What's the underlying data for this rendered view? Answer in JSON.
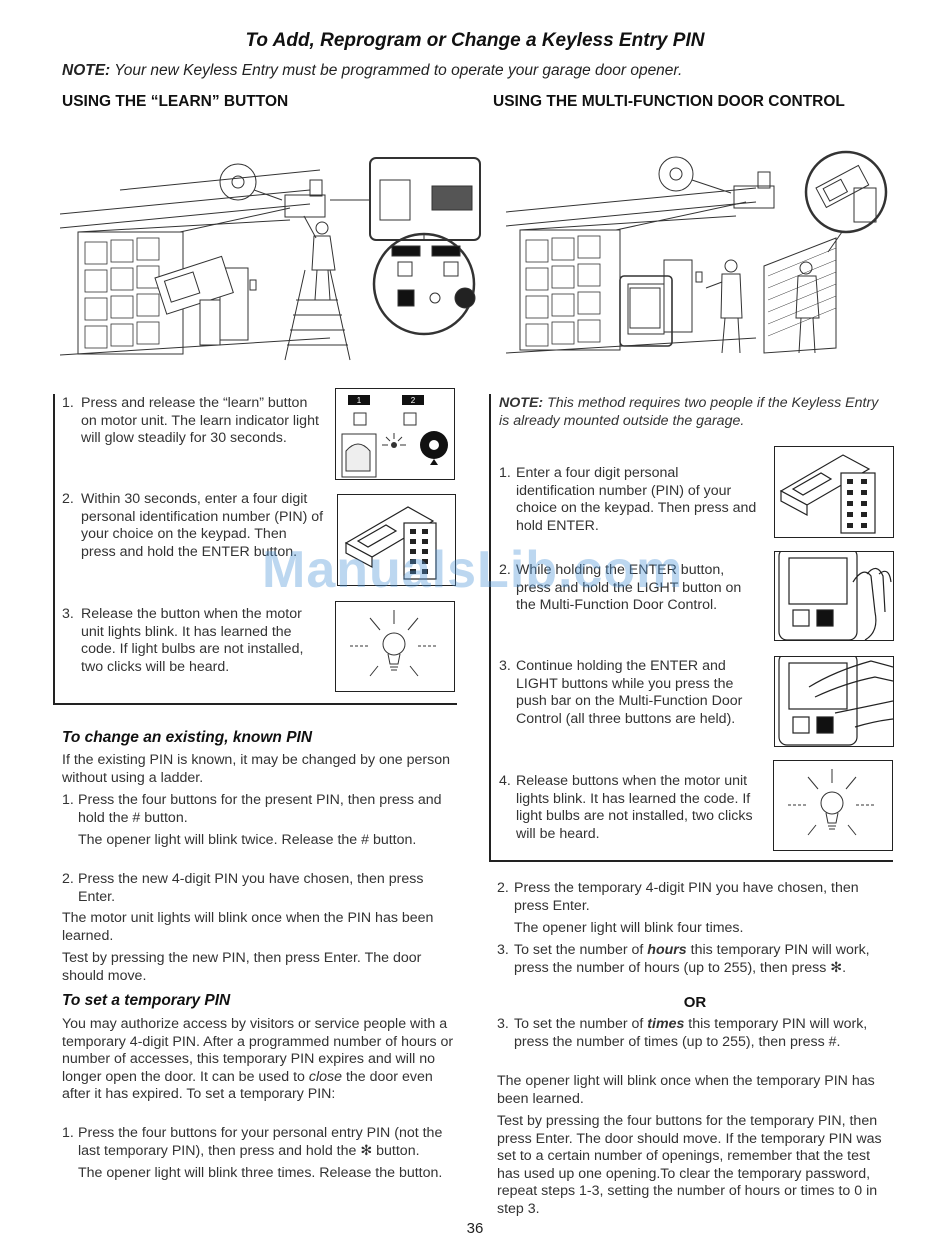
{
  "page": {
    "title": "To Add, Reprogram or Change a Keyless Entry PIN",
    "note_label": "NOTE:",
    "note_text": " Your new Keyless Entry must be programmed to operate your garage door opener.",
    "page_number": "36",
    "watermark": "ManualsLib.com"
  },
  "left": {
    "heading": "USING THE “LEARN” BUTTON",
    "steps": [
      {
        "num": "1.",
        "text": "Press and release the “learn” button on motor unit. The learn indicator light will glow steadily for 30 seconds."
      },
      {
        "num": "2.",
        "text": "Within 30 seconds, enter a four digit personal identification number (PIN) of your choice on the keypad. Then press and hold the ENTER button."
      },
      {
        "num": "3.",
        "text": "Release the button when the motor unit lights blink. It has learned the code. If light bulbs are not installed, two clicks will be heard."
      }
    ],
    "learn_panel": {
      "btn1": "1",
      "btn2": "2"
    },
    "change_heading": "To change an existing, known PIN",
    "change_intro": "If the existing PIN is known, it may be changed by one person without using a ladder.",
    "change_steps": [
      {
        "num": "1.",
        "text": "Press the four buttons for the present PIN, then press and hold the # button.",
        "after": "The opener light will blink twice. Release the # button."
      },
      {
        "num": "2.",
        "text": "Press the new 4-digit PIN you have chosen, then press Enter."
      }
    ],
    "change_p1": "The motor unit lights will blink once when the PIN has been learned.",
    "change_p2": "Test by pressing the new PIN, then press Enter. The door should move.",
    "temp_heading": "To set a temporary PIN",
    "temp_intro_a": "You may authorize access by visitors or service people with a temporary 4-digit PIN. After a programmed number of hours or number of accesses, this temporary PIN expires and will no longer open the door. It can be used to ",
    "temp_intro_em": "close",
    "temp_intro_b": " the door even after it has expired. To set a temporary PIN:",
    "temp_step1": {
      "num": "1.",
      "text": "Press the four buttons for your personal entry PIN (not the last temporary PIN), then press and hold the ✻ button.",
      "after": "The opener light will blink three times. Release the button."
    }
  },
  "right": {
    "heading": "USING THE MULTI-FUNCTION DOOR CONTROL",
    "note_label": "NOTE:",
    "note_text": " This method requires two people if the Keyless Entry is already mounted outside the garage.",
    "steps": [
      {
        "num": "1.",
        "text": "Enter a four digit personal identification number (PIN) of your choice on the keypad. Then press and hold ENTER."
      },
      {
        "num": "2.",
        "text": "While holding the ENTER button, press and hold the LIGHT button on the Multi-Function Door Control."
      },
      {
        "num": "3.",
        "text": "Continue holding the ENTER and LIGHT buttons while you press the push bar on the Multi-Function Door Control (all three buttons are held)."
      },
      {
        "num": "4.",
        "text": "Release buttons when the motor unit lights blink. It has learned the code. If light bulbs are not installed, two clicks will be heard."
      }
    ],
    "temp_step2": {
      "num": "2.",
      "text": "Press the temporary 4-digit PIN you have chosen, then press Enter.",
      "after": "The opener light will blink four times."
    },
    "temp_step3a": {
      "num": "3.",
      "pre": "To set the number of ",
      "em": "hours",
      "post": " this temporary PIN will work, press the number of hours (up to 255), then press ✻."
    },
    "or": "OR",
    "temp_step3b": {
      "num": "3.",
      "pre": "To set the number of ",
      "em": "times",
      "post": " this temporary PIN will work, press the number of times (up to 255), then press #."
    },
    "p1": "The opener light will blink once when the temporary PIN has been learned.",
    "p2": "Test by pressing the four buttons for the temporary PIN, then press Enter. The door should move. If the temporary PIN was set to a certain number of openings, remember that the test has used up one opening.To clear the temporary password, repeat steps 1-3, setting the number of hours or times to 0 in step 3."
  },
  "icons": {
    "garage_ladder": "garage-ladder-illustration",
    "garage_wall_control": "garage-wall-control-illustration",
    "keypad": "keypad-icon",
    "bulb": "light-bulb-icon",
    "learn_panel": "learn-button-panel-icon",
    "door_control": "door-control-hand-icon"
  }
}
